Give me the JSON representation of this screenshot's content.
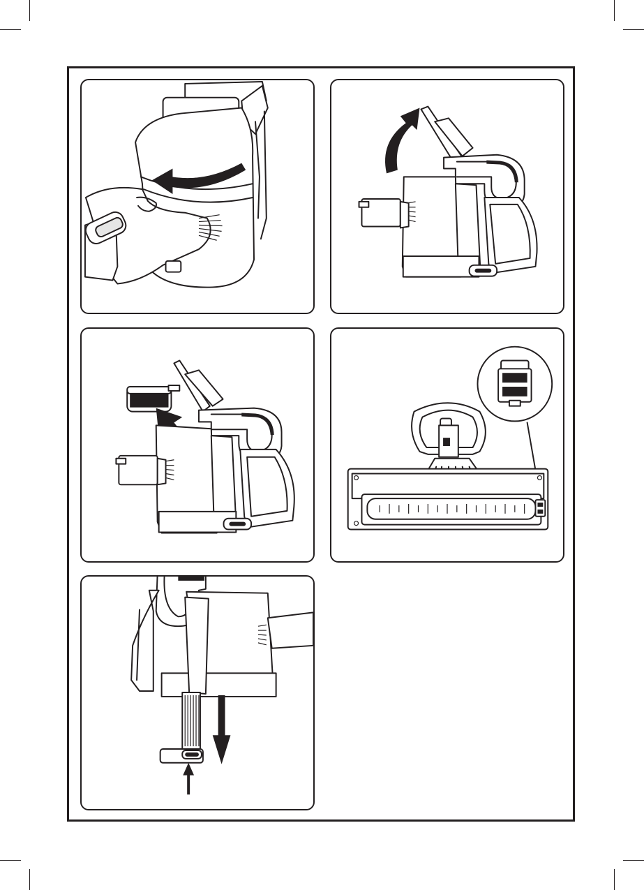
{
  "document": {
    "page_width": 923,
    "page_height": 1275,
    "line_color": "#231f20",
    "background_color": "#ffffff",
    "panels": [
      {
        "id": "step-1",
        "scene": "hand-twisting-dust-container",
        "icon": "rotate-arrow-icon"
      },
      {
        "id": "step-2",
        "scene": "cyclone-lid-open",
        "icon": "curved-up-arrow-icon"
      },
      {
        "id": "step-3",
        "scene": "filter-removal",
        "icon": "diagonal-up-arrow-icon"
      },
      {
        "id": "step-4",
        "scene": "floor-brush-underside-with-latch-detail",
        "icon": "pointer-arrow-icon"
      },
      {
        "id": "step-5",
        "scene": "filter-pulled-down-from-base",
        "icon": "down-arrow-icon"
      }
    ]
  }
}
